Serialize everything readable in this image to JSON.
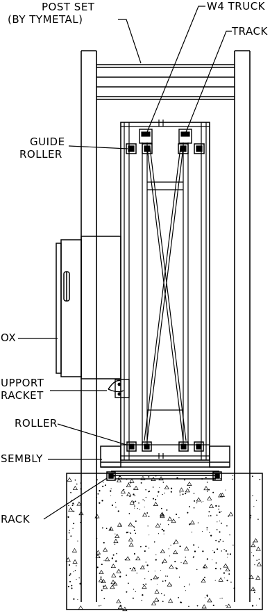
{
  "labels": {
    "post_set_line1": "POST SET",
    "post_set_line2": "(BY TYMETAL)",
    "w4_truck": "W4 TRUCK",
    "track_top": "TRACK",
    "guide_roller_line1": "GUIDE",
    "guide_roller_line2": "ROLLER",
    "box": "OX",
    "support_bracket_line1": "UPPORT",
    "support_bracket_line2": "RACKET",
    "roller": "ROLLER",
    "assembly": "SEMBLY",
    "track_bottom": "RACK"
  },
  "colors": {
    "line": "#000000",
    "background": "#ffffff"
  }
}
